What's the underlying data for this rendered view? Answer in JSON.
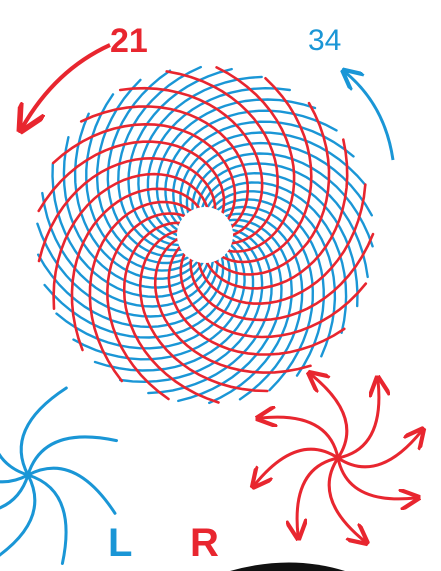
{
  "labels": {
    "top_left_count": "21",
    "top_right_count": "34",
    "bottom_left_letter": "L",
    "bottom_right_letter": "R"
  },
  "colors": {
    "red": "#e8262f",
    "blue": "#1a96d6",
    "background": "#ffffff",
    "bottom_edge": "#111111"
  },
  "spiral_diagram": {
    "counterclockwise_spiral_count": 21,
    "clockwise_spiral_count": 34,
    "counterclockwise_spiral_color": "red",
    "clockwise_spiral_color": "blue",
    "bottom_left_pinwheel_arms": 8,
    "bottom_right_pinwheel_arms": 8
  }
}
